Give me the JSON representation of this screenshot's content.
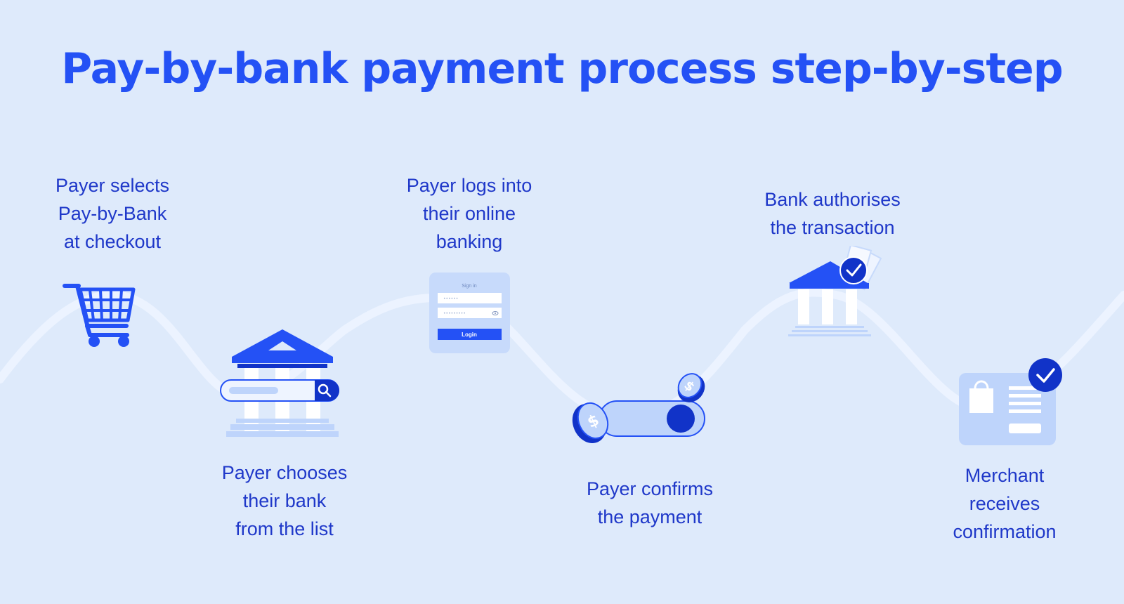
{
  "title": "Pay-by-bank payment process step-by-step",
  "colors": {
    "background": "#deeafb",
    "primary_blue": "#2451f5",
    "text_blue": "#1f38c9",
    "dark_blue": "#1133c8",
    "light_blue": "#bed4fb",
    "wave": "#ecf3ff"
  },
  "steps": [
    {
      "icon": "shopping-cart-icon",
      "lines": [
        "Payer selects",
        "Pay-by-Bank",
        "at checkout"
      ]
    },
    {
      "icon": "bank-search-icon",
      "lines": [
        "Payer chooses",
        "their bank",
        "from the list"
      ]
    },
    {
      "icon": "login-form-icon",
      "lines": [
        "Payer logs into",
        "their online",
        "banking"
      ],
      "form": {
        "heading": "Sign in",
        "username_mask": "••••••",
        "password_mask": "•••••••••",
        "button": "Login"
      }
    },
    {
      "icon": "toggle-coins-icon",
      "lines": [
        "Payer confirms",
        "the payment"
      ]
    },
    {
      "icon": "bank-authorised-icon",
      "lines": [
        "Bank authorises",
        "the transaction"
      ]
    },
    {
      "icon": "merchant-receipt-icon",
      "lines": [
        "Merchant",
        "receives",
        "confirmation"
      ]
    }
  ]
}
